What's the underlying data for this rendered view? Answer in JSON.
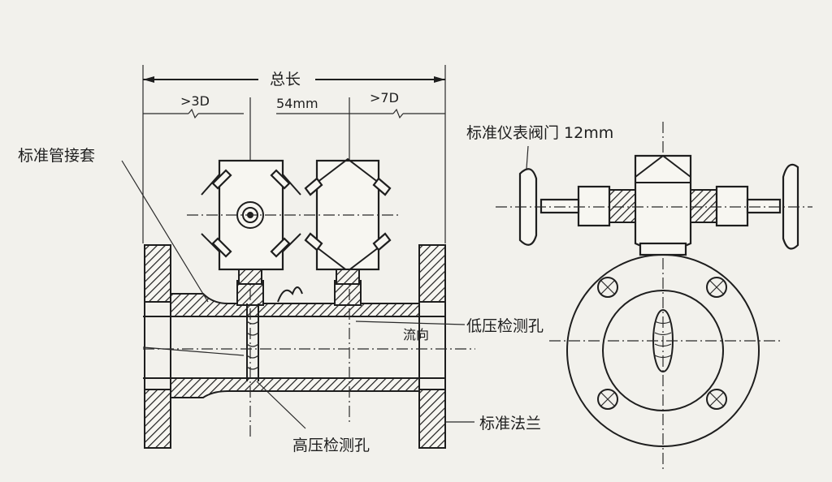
{
  "labels": {
    "total_length": "总长",
    "upstream": ">3D",
    "spacing": "54mm",
    "downstream": ">7D",
    "pipe_sleeve": "标准管接套",
    "valve": "标准仪表阀门 12mm",
    "low_pressure": "低压检测孔",
    "high_pressure": "高压检测孔",
    "flange": "标准法兰",
    "flow_dir": "流向"
  }
}
